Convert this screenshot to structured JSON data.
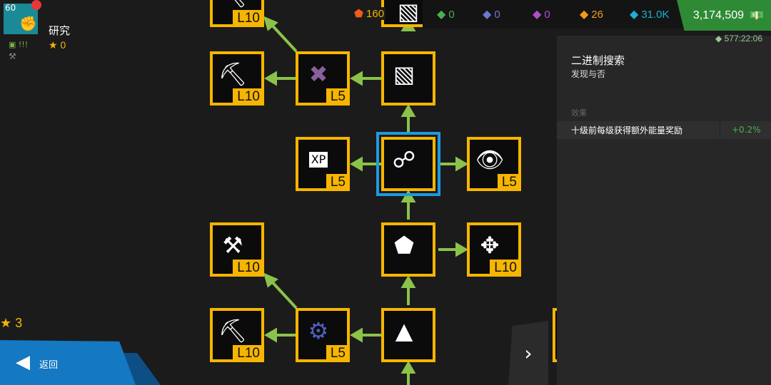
{
  "profile": {
    "level": "60",
    "title": "研究",
    "stars": "0",
    "alert": "!!!",
    "avatar_icon": "fist-icon"
  },
  "resources": [
    {
      "icon": "green-hex-icon",
      "value": "0",
      "color": "#4caf50"
    },
    {
      "icon": "blue-triangle-icon",
      "value": "0",
      "color": "#6a78d0"
    },
    {
      "icon": "purple-square-icon",
      "value": "0",
      "color": "#b04fc8"
    },
    {
      "icon": "orange-circle-icon",
      "value": "26",
      "color": "#f39c1a"
    },
    {
      "icon": "cyan-diamond-icon",
      "value": "31.0K",
      "color": "#1ab0d0"
    }
  ],
  "money": {
    "value": "3,174,509",
    "icon": "cash-icon"
  },
  "timer": "577:22:06",
  "top_node_cost": "160",
  "panel": {
    "title": "二进制搜索",
    "subtitle": "发现与否",
    "effects_label": "效果",
    "effects": [
      {
        "text": "十级前每级获得额外能量奖励",
        "value": "+0.2%"
      }
    ]
  },
  "nodes": [
    {
      "icon": "pickaxe-icon",
      "glyph": "⛏",
      "level": "L10"
    },
    {
      "icon": "stripes-icon",
      "glyph": "▧",
      "level": ""
    },
    {
      "icon": "pickaxe-icon",
      "glyph": "⛏",
      "level": "L10"
    },
    {
      "icon": "purple-gem-icon",
      "glyph": "✖",
      "level": "L5"
    },
    {
      "icon": "stripes-icon",
      "glyph": "▧",
      "level": ""
    },
    {
      "icon": "xp-icon",
      "glyph": "XP",
      "level": "L5"
    },
    {
      "icon": "binary-tree-icon",
      "glyph": "☍",
      "level": ""
    },
    {
      "icon": "eye-icon",
      "glyph": "👁",
      "level": "L5"
    },
    {
      "icon": "hammer-icon",
      "glyph": "⚒",
      "level": "L10"
    },
    {
      "icon": "rocks-icon",
      "glyph": "⬟",
      "level": ""
    },
    {
      "icon": "expand-arrows-icon",
      "glyph": "✥",
      "level": "L10"
    },
    {
      "icon": "pickaxe-icon",
      "glyph": "⛏",
      "level": "L10"
    },
    {
      "icon": "blue-gem-icon",
      "glyph": "⚙",
      "level": "L5"
    },
    {
      "icon": "triangle-icon",
      "glyph": "▲",
      "level": ""
    }
  ],
  "stars_bottom": "3",
  "back_label": "返回",
  "colors": {
    "node_border": "#f6b500",
    "connector": "#8bc34a",
    "selected": "#1e9ae0"
  }
}
